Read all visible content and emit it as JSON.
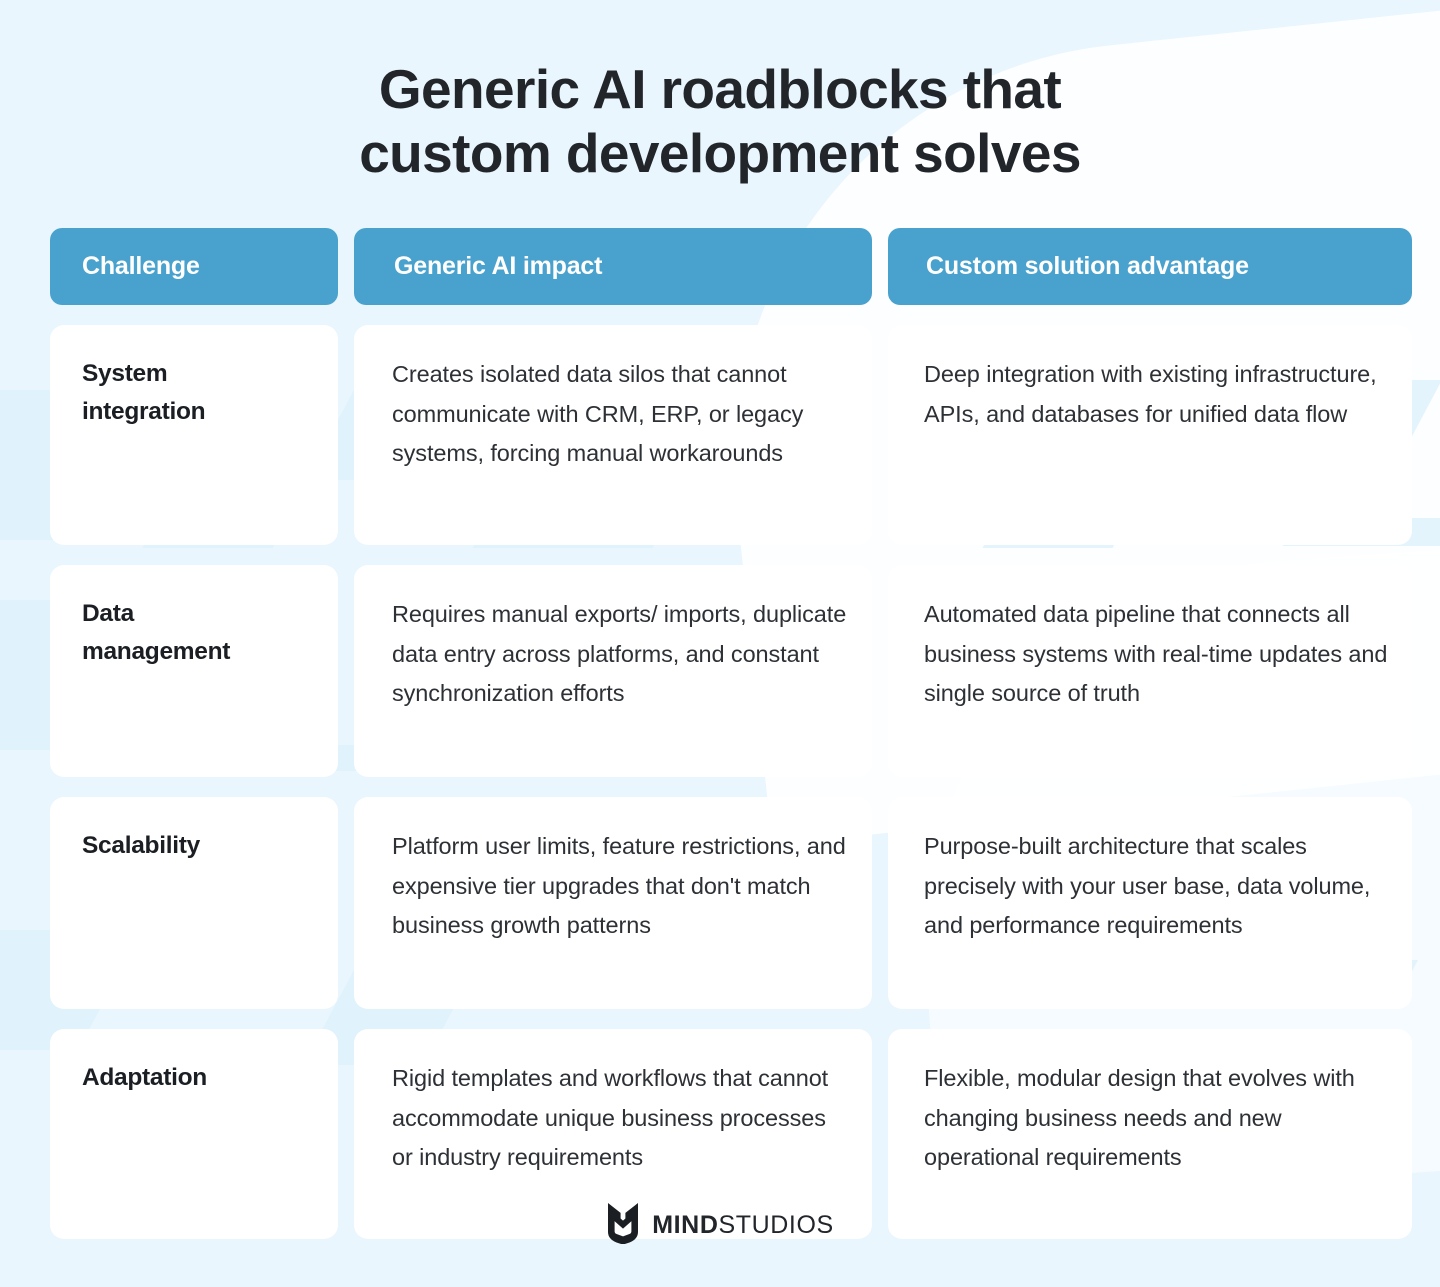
{
  "page": {
    "title": "Generic AI roadblocks that\ncustom development solves",
    "background_color": "#e9f6fd",
    "accent_color": "#49a2cd",
    "card_color": "#ffffff",
    "text_color": "#2d3136"
  },
  "table": {
    "headers": [
      {
        "label": "Challenge"
      },
      {
        "label": "Generic AI impact"
      },
      {
        "label": "Custom solution advantage"
      }
    ],
    "rows": [
      {
        "challenge": "System\nintegration",
        "generic_impact": "Creates isolated data silos that cannot communicate with CRM, ERP, or legacy systems, forcing manual workarounds",
        "custom_advantage": "Deep integration with existing infrastructure, APIs, and databases for unified data flow"
      },
      {
        "challenge": "Data\nmanagement",
        "generic_impact": "Requires manual exports/ imports, duplicate data entry across platforms, and constant synchronization efforts",
        "custom_advantage": "Automated data pipeline that connects all business systems with real-time updates and single source of truth"
      },
      {
        "challenge": "Scalability",
        "generic_impact": "Platform user limits, feature restrictions, and expensive tier upgrades that don't match business growth patterns",
        "custom_advantage": "Purpose-built architecture that scales precisely with your user base, data volume, and performance requirements"
      },
      {
        "challenge": "Adaptation",
        "generic_impact": "Rigid templates and workflows that cannot accommodate unique business processes or industry requirements",
        "custom_advantage": "Flexible, modular design that evolves with changing business needs and new operational requirements"
      }
    ]
  },
  "footer": {
    "logo_icon": "mind-studios-shield-icon",
    "brand_bold": "MIND",
    "brand_regular": "STUDIOS"
  }
}
